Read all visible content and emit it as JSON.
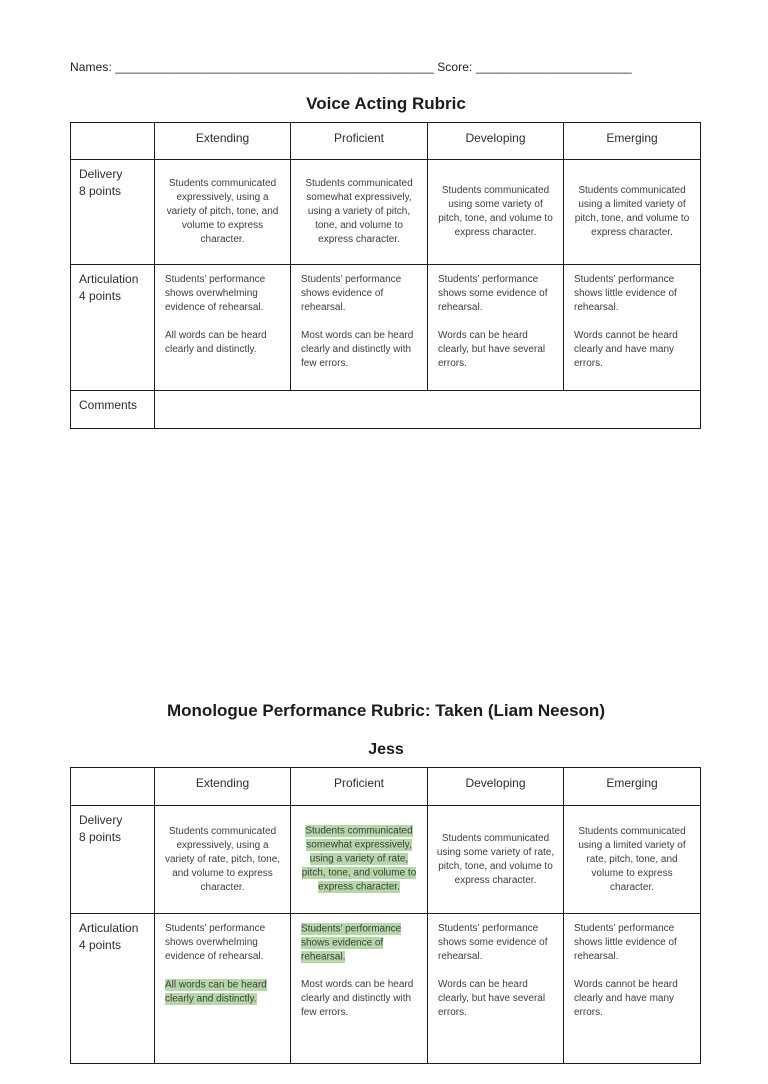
{
  "page": {
    "names_label": "Names:",
    "names_line": "_______________________________________________",
    "score_label": "Score:",
    "score_line": "_______________________"
  },
  "colors": {
    "highlight_green": "#b6d7a8",
    "border": "#1d1d1d",
    "text": "#3d3d3d"
  },
  "tables": [
    {
      "title": "Voice Acting Rubric",
      "subtitle": "",
      "columns": [
        "Extending",
        "Proficient",
        "Developing",
        "Emerging"
      ],
      "rows": [
        {
          "label": "Delivery\n8 points",
          "align": "center",
          "cells": [
            {
              "paragraphs": [
                {
                  "text": "Students communicated expressively, using a variety of pitch, tone, and volume to express character.",
                  "highlight": false
                }
              ]
            },
            {
              "paragraphs": [
                {
                  "text": "Students communicated somewhat expressively, using a variety of pitch, tone, and volume to express character.",
                  "highlight": false
                }
              ]
            },
            {
              "paragraphs": [
                {
                  "text": "Students communicated using some variety of pitch, tone, and volume to express character.",
                  "highlight": false
                }
              ]
            },
            {
              "paragraphs": [
                {
                  "text": "Students communicated using a limited variety of pitch, tone, and volume to express character.",
                  "highlight": false
                }
              ]
            }
          ]
        },
        {
          "label": "Articulation\n4 points",
          "align": "left",
          "cells": [
            {
              "paragraphs": [
                {
                  "text": "Students’ performance shows overwhelming evidence of rehearsal.",
                  "highlight": false
                },
                {
                  "text": "All words can be heard clearly and distinctly.",
                  "highlight": false
                }
              ]
            },
            {
              "paragraphs": [
                {
                  "text": "Students’ performance shows evidence of rehearsal.",
                  "highlight": false
                },
                {
                  "text": "Most words can be heard clearly and distinctly with few errors.",
                  "highlight": false
                }
              ]
            },
            {
              "paragraphs": [
                {
                  "text": "Students’ performance shows some evidence of rehearsal.",
                  "highlight": false
                },
                {
                  "text": "Words can be heard clearly, but have several errors.",
                  "highlight": false
                }
              ]
            },
            {
              "paragraphs": [
                {
                  "text": "Students’ performance shows little evidence of rehearsal.",
                  "highlight": false
                },
                {
                  "text": "Words cannot be heard clearly and have many errors.",
                  "highlight": false
                }
              ]
            }
          ]
        }
      ],
      "comments_label": "Comments"
    },
    {
      "title": "Monologue Performance Rubric: Taken (Liam Neeson)",
      "subtitle": "Jess",
      "columns": [
        "Extending",
        "Proficient",
        "Developing",
        "Emerging"
      ],
      "rows": [
        {
          "label": "Delivery\n8 points",
          "align": "center",
          "cells": [
            {
              "paragraphs": [
                {
                  "text": "Students communicated expressively, using a variety of rate, pitch, tone, and volume to express character.",
                  "highlight": false
                }
              ]
            },
            {
              "paragraphs": [
                {
                  "text": "Students communicated somewhat expressively, using a variety of rate, pitch, tone, and volume to express character.",
                  "highlight": true
                }
              ]
            },
            {
              "paragraphs": [
                {
                  "text": "Students communicated using some variety of rate, pitch, tone, and volume to express character.",
                  "highlight": false
                }
              ]
            },
            {
              "paragraphs": [
                {
                  "text": "Students communicated using a limited variety of rate, pitch, tone, and volume to express character.",
                  "highlight": false
                }
              ]
            }
          ]
        },
        {
          "label": "Articulation\n4 points",
          "align": "left",
          "cells": [
            {
              "paragraphs": [
                {
                  "text": "Students’ performance shows overwhelming evidence of rehearsal.",
                  "highlight": false
                },
                {
                  "text": "All words can be heard clearly and distinctly.",
                  "highlight": true
                }
              ]
            },
            {
              "paragraphs": [
                {
                  "text": "Students’ performance shows evidence of rehearsal.",
                  "highlight": true
                },
                {
                  "text": "Most words can be heard clearly and distinctly with few errors.",
                  "highlight": false
                }
              ]
            },
            {
              "paragraphs": [
                {
                  "text": "Students’ performance shows some evidence of rehearsal.",
                  "highlight": false
                },
                {
                  "text": "Words can be heard clearly, but have several errors.",
                  "highlight": false
                }
              ]
            },
            {
              "paragraphs": [
                {
                  "text": "Students’ performance shows little evidence of rehearsal.",
                  "highlight": false
                },
                {
                  "text": "Words cannot be heard clearly and have many errors.",
                  "highlight": false
                }
              ]
            }
          ]
        }
      ],
      "comments_label": null
    }
  ]
}
